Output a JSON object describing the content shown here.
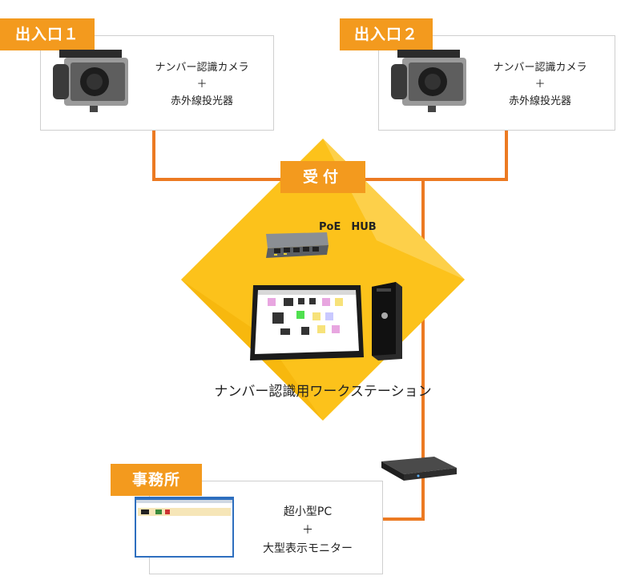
{
  "entrance1": {
    "tag": "出入口１",
    "line1": "ナンバー認識カメラ",
    "line2": "＋",
    "line3": "赤外線投光器"
  },
  "entrance2": {
    "tag": "出入口２",
    "line1": "ナンバー認識カメラ",
    "line2": "＋",
    "line3": "赤外線投光器"
  },
  "reception": {
    "tag": "受付",
    "hub_label": "PoE　HUB",
    "workstation_label": "ナンバー認識用ワークステーション"
  },
  "office": {
    "tag": "事務所",
    "line1": "超小型PC",
    "line2": "＋",
    "line3": "大型表示モニター"
  },
  "colors": {
    "accent_orange": "#f39a1e",
    "line_orange": "#ec7a22",
    "diamond_yellow": "#fcc21b"
  }
}
